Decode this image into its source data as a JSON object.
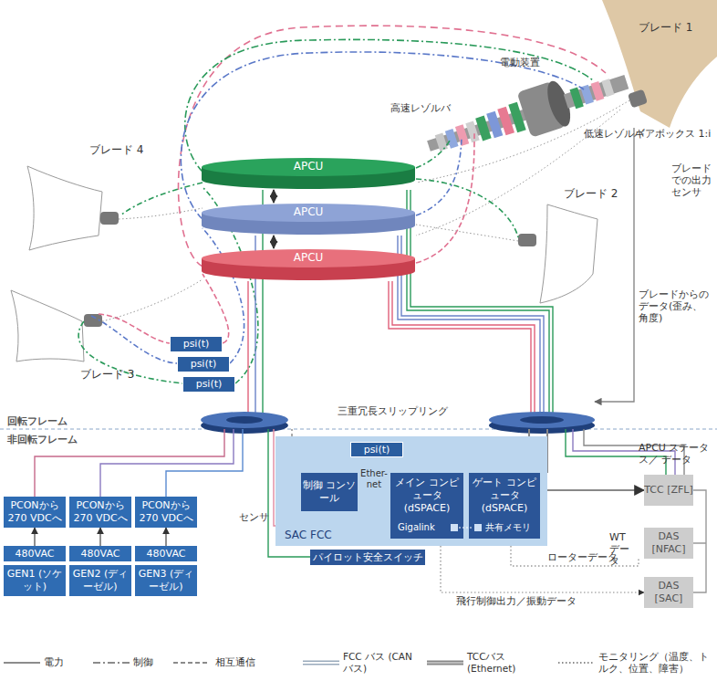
{
  "diagram": {
    "nodes": [
      {
        "text": [
          "ブレード 1"
        ]
      },
      {
        "text": [
          "ブレード 4"
        ]
      },
      {
        "text": [
          "ブレード 2"
        ]
      },
      {
        "text": [
          "APCU"
        ]
      },
      {
        "text": [
          "APCU"
        ]
      },
      {
        "text": [
          "APCU"
        ]
      },
      {
        "text": [
          "ブレード 3"
        ]
      },
      {
        "text": [
          "psi(t)"
        ]
      },
      {
        "text": [
          "psi(t)"
        ]
      },
      {
        "text": [
          "psi(t)"
        ]
      },
      {
        "text": [
          "SAC FCC"
        ]
      },
      {
        "text": [
          "psi(t)"
        ],
        "in": 10
      },
      {
        "text": [
          "制御 コンソール"
        ],
        "in": 10
      },
      {
        "text": [
          "メイン コンピュータ (dSPACE)"
        ],
        "in": 10
      },
      {
        "text": [
          "ゲート コンピュータ (dSPACE)"
        ],
        "in": 10
      },
      {
        "text": [
          "パイロット安全スイッチ"
        ]
      },
      {
        "text": [
          "PCONから 270 VDCへ"
        ]
      },
      {
        "text": [
          "480VAC"
        ]
      },
      {
        "text": [
          "GEN1 (ソケット)"
        ]
      },
      {
        "text": [
          "PCONから 270 VDCへ"
        ]
      },
      {
        "text": [
          "480VAC"
        ]
      },
      {
        "text": [
          "GEN2 (ディーゼル)"
        ]
      },
      {
        "text": [
          "PCONから 270 VDCへ"
        ]
      },
      {
        "text": [
          "480VAC"
        ]
      },
      {
        "text": [
          "GEN3 (ディーゼル)"
        ]
      },
      {
        "text": [
          "TCC [ZFL]"
        ]
      },
      {
        "text": [
          "DAS [NFAC]"
        ]
      },
      {
        "text": [
          "DAS [SAC]"
        ]
      }
    ],
    "edges": [
      {
        "from": 3,
        "to": 4,
        "arrow": "both"
      },
      {
        "from": 4,
        "to": 5,
        "arrow": "both"
      },
      {
        "from": 12,
        "to": 13,
        "label": "Ether-net",
        "arrow": "none"
      },
      {
        "from": 14,
        "to": 25,
        "arrow": "to"
      },
      {
        "from": 13,
        "to": 27,
        "arrow": "to"
      },
      {
        "from": 17,
        "to": 16,
        "arrow": "to"
      },
      {
        "from": 20,
        "to": 19,
        "arrow": "to"
      },
      {
        "from": 23,
        "to": 22,
        "arrow": "to"
      }
    ],
    "labels": [
      "高速レゾルバ",
      "電動装置",
      "低速レゾルバ",
      "ギアボックス 1:i",
      "ブレード での出力 センサ",
      "ブレードからの データ(歪み、 角度)",
      "回転フレーム",
      "非回転フレーム",
      "三重冗長スリップリング",
      "センサ",
      "APCU ステータス／ データ",
      "WT データ",
      "ローターデータ",
      "飛行制御出力／振動データ",
      "Gigalink",
      "共有メモリ"
    ],
    "legend": [
      {
        "text": "電力"
      },
      {
        "text": "制御"
      },
      {
        "text": "相互通信"
      },
      {
        "text": "FCC バス (CAN バス)"
      },
      {
        "text": "TCCバス (Ethernet)"
      },
      {
        "text": "モニタリング（温度、トルク、位置、障害）"
      }
    ]
  }
}
